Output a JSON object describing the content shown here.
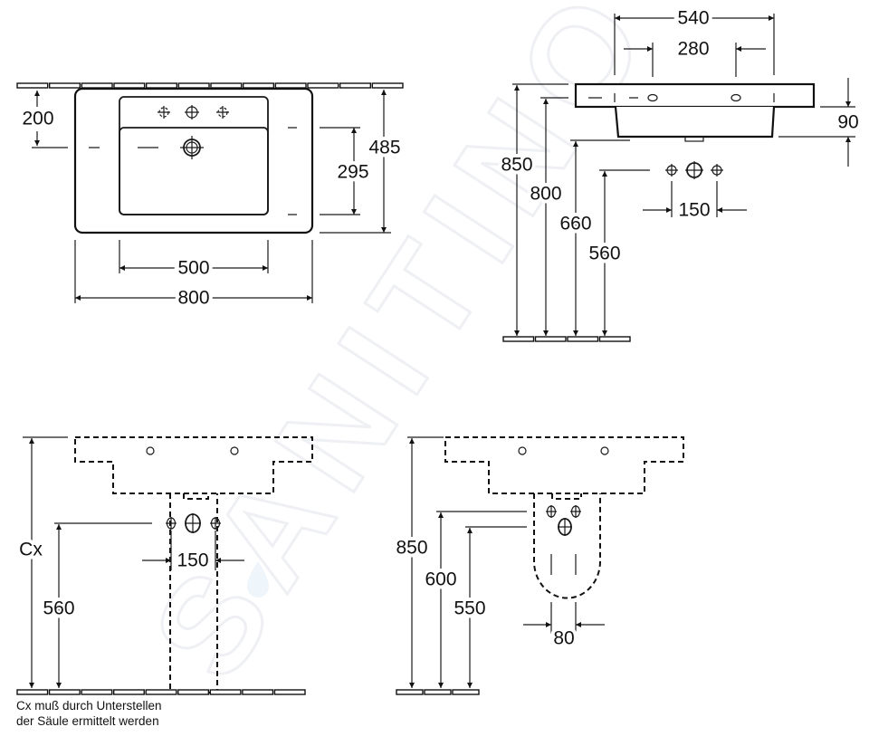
{
  "watermark": "SANITINO",
  "plan_view": {
    "d_200": "200",
    "d_295": "295",
    "d_485": "485",
    "d_500": "500",
    "d_800": "800"
  },
  "side_view": {
    "d_540": "540",
    "d_280": "280",
    "d_90": "90",
    "d_850": "850",
    "d_800": "800",
    "d_660": "660",
    "d_560": "560",
    "d_150": "150"
  },
  "column_view": {
    "d_cx": "Cx",
    "d_560": "560",
    "d_150": "150",
    "note_line1": "Cx muß durch Unterstellen",
    "note_line2": "der Säule ermittelt werden"
  },
  "half_pedestal_view": {
    "d_850": "850",
    "d_600": "600",
    "d_550": "550",
    "d_80": "80"
  }
}
